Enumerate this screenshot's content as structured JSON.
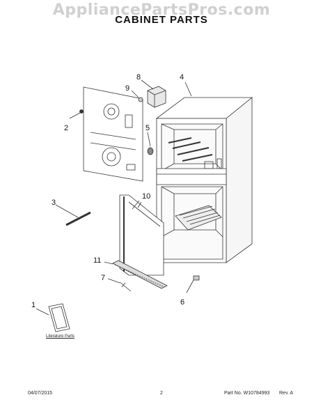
{
  "watermark": "AppliancePartsPros.com",
  "title": "CABINET PARTS",
  "callouts": {
    "c1": "1",
    "c2": "2",
    "c3": "3",
    "c4": "4",
    "c5": "5",
    "c6": "6",
    "c7": "7",
    "c8": "8",
    "c9": "9",
    "c10": "10",
    "c11": "11"
  },
  "literature_label": "Literature Parts",
  "footer": {
    "date": "04/07/2015",
    "page": "2",
    "part_no": "Part No. W10784993",
    "rev": "Rev. A"
  }
}
